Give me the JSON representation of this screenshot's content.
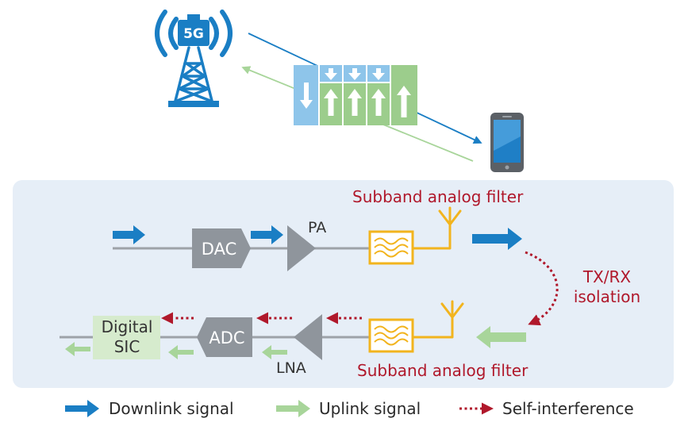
{
  "tower": {
    "badge": "5G"
  },
  "transmitter": {
    "dac_label": "DAC",
    "pa_label": "PA",
    "filter_label": "Subband analog filter"
  },
  "receiver": {
    "adc_label": "ADC",
    "lna_label": "LNA",
    "sic_label_line1": "Digital",
    "sic_label_line2": "SIC",
    "filter_label": "Subband analog filter"
  },
  "isolation": {
    "line1": "TX/RX",
    "line2": "isolation"
  },
  "legend": {
    "downlink": "Downlink signal",
    "uplink": "Uplink signal",
    "self_interference": "Self-interference"
  },
  "colors": {
    "downlink": "#1a7ec4",
    "downlink_light": "#8ec5ea",
    "uplink": "#a8d59a",
    "uplink_fill": "#9ccd8c",
    "self_interference": "#b0182b",
    "filter": "#f2b41e",
    "block_gray": "#8f959c",
    "panel_bg": "#e6eef7",
    "sic_fill": "#d6ebcd"
  }
}
